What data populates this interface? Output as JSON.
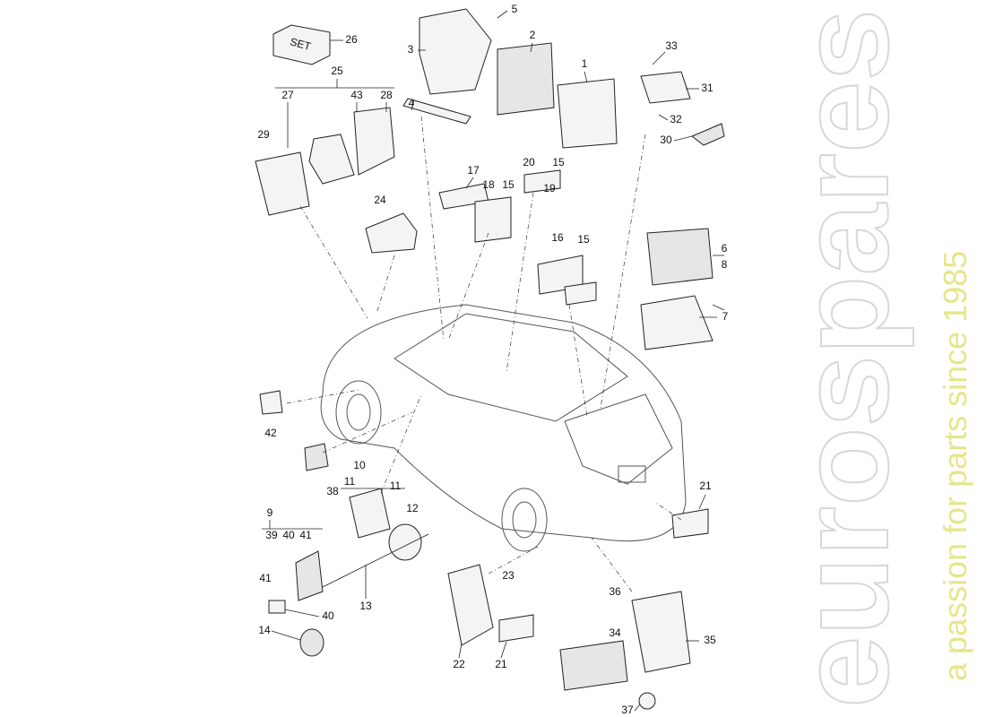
{
  "watermark": {
    "brand": "eurospares",
    "tagline": "a passion for parts since 1985"
  },
  "set_box": {
    "label": "SET"
  },
  "callouts": [
    "26",
    "5",
    "3",
    "2",
    "1",
    "33",
    "31",
    "32",
    "30",
    "25",
    "27",
    "43",
    "28",
    "4",
    "29",
    "17",
    "20",
    "15",
    "18",
    "15",
    "19",
    "24",
    "16",
    "15",
    "6",
    "8",
    "7",
    "42",
    "38",
    "10",
    "11",
    "11",
    "12",
    "9",
    "39",
    "40",
    "41",
    "41",
    "40",
    "14",
    "13",
    "23",
    "22",
    "21",
    "21",
    "36",
    "34",
    "35",
    "37"
  ]
}
